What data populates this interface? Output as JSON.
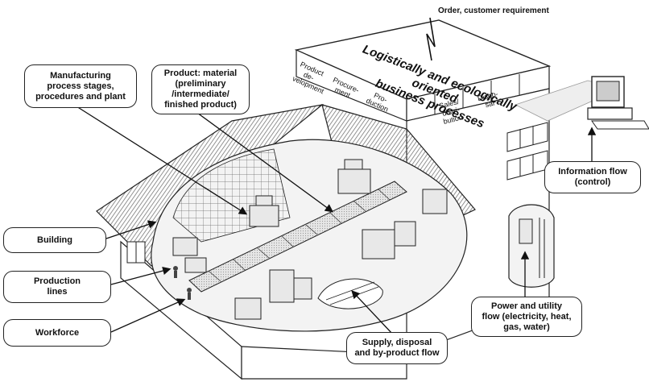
{
  "diagram": {
    "order_label": "Order, customer requirement",
    "roof_title": "Logistically and ecologically oriented\nbusiness processes",
    "process_stages": [
      "Product de-\nvelopment",
      "Procure-\nment",
      "Pro-\nduction",
      "Sales/\ndistri-\nbution",
      "Dispo-\nsal"
    ],
    "callouts": {
      "manufacturing": "Manufacturing\nprocess stages,\nprocedures and plant",
      "product": "Product: material\n(preliminary\n/intermediate/\nfinished product)",
      "building": "Building",
      "production_lines": "Production\nlines",
      "workforce": "Workforce",
      "information_flow": "Information flow\n(control)",
      "power_utility": "Power and utility\nflow (electricity, heat,\ngas, water)",
      "supply_disposal": "Supply, disposal\nand by-product flow"
    },
    "colors": {
      "line": "#222222",
      "roof_hatch": "#9a9a9a",
      "floor": "#cfcfcf"
    }
  }
}
